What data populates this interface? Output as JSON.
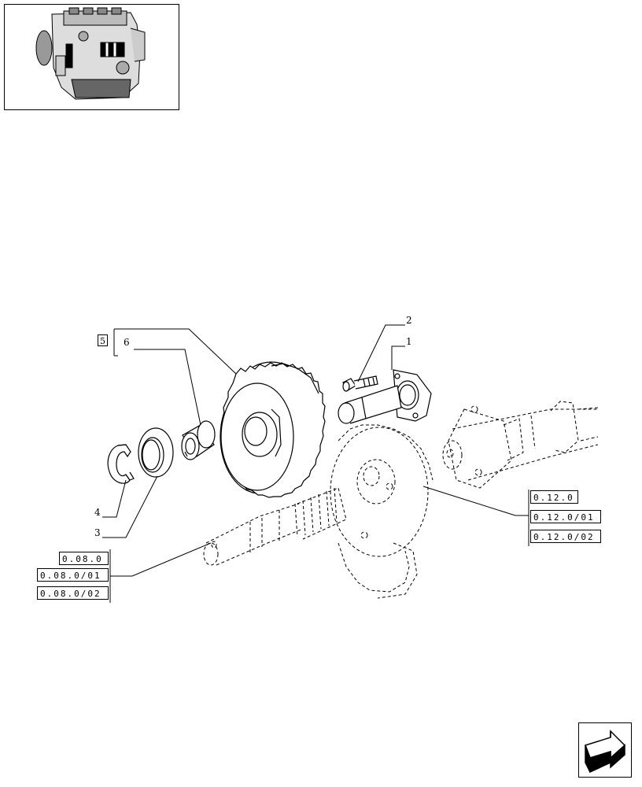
{
  "thumbnail": {
    "icon": "engine-icon"
  },
  "callouts": {
    "c1": "1",
    "c2": "2",
    "c3": "3",
    "c4": "4",
    "c5": "5",
    "c6": "6"
  },
  "references": {
    "crankshaft": [
      "0.08.0",
      "0.08.0/01",
      "0.08.0/02"
    ],
    "camshaft": [
      "0.12.0",
      "0.12.0/01",
      "0.12.0/02"
    ]
  },
  "navigation": {
    "icon": "next-page-arrow-icon"
  }
}
